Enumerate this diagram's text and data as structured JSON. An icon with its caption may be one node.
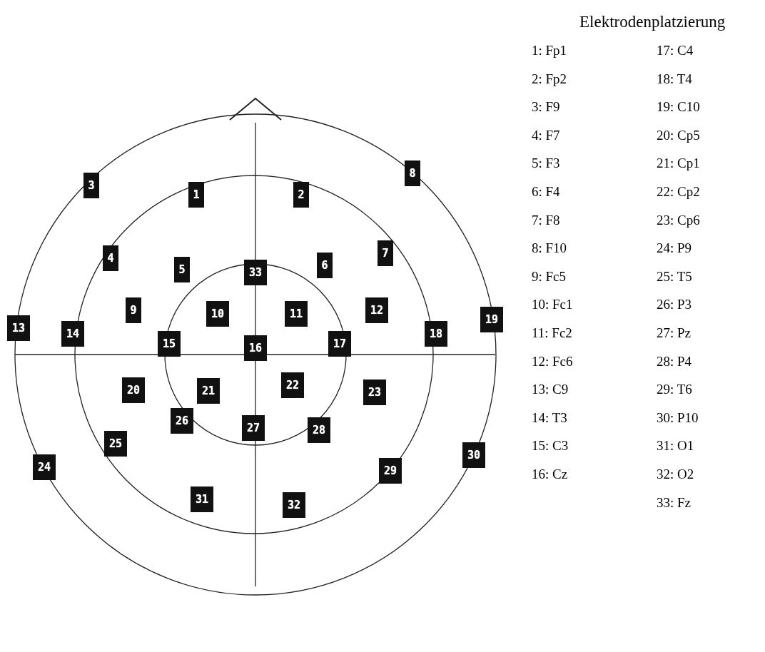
{
  "diagram": {
    "title": "Elektrodenplatzierung",
    "nodes": [
      {
        "text": [
          "1"
        ]
      },
      {
        "text": [
          "2"
        ]
      },
      {
        "text": [
          "3"
        ]
      },
      {
        "text": [
          "4"
        ]
      },
      {
        "text": [
          "5"
        ]
      },
      {
        "text": [
          "6"
        ]
      },
      {
        "text": [
          "7"
        ]
      },
      {
        "text": [
          "8"
        ]
      },
      {
        "text": [
          "9"
        ]
      },
      {
        "text": [
          "10"
        ]
      },
      {
        "text": [
          "11"
        ]
      },
      {
        "text": [
          "12"
        ]
      },
      {
        "text": [
          "13"
        ]
      },
      {
        "text": [
          "14"
        ]
      },
      {
        "text": [
          "15"
        ]
      },
      {
        "text": [
          "16"
        ]
      },
      {
        "text": [
          "17"
        ]
      },
      {
        "text": [
          "18"
        ]
      },
      {
        "text": [
          "19"
        ]
      },
      {
        "text": [
          "20"
        ]
      },
      {
        "text": [
          "21"
        ]
      },
      {
        "text": [
          "22"
        ]
      },
      {
        "text": [
          "23"
        ]
      },
      {
        "text": [
          "24"
        ]
      },
      {
        "text": [
          "25"
        ]
      },
      {
        "text": [
          "26"
        ]
      },
      {
        "text": [
          "27"
        ]
      },
      {
        "text": [
          "28"
        ]
      },
      {
        "text": [
          "29"
        ]
      },
      {
        "text": [
          "30"
        ]
      },
      {
        "text": [
          "31"
        ]
      },
      {
        "text": [
          "32"
        ]
      },
      {
        "text": [
          "33"
        ]
      }
    ],
    "edges": [],
    "labels": [
      "1: Fp1",
      "17: C4",
      "2: Fp2",
      "18: T4",
      "3: F9",
      "19: C10",
      "4: F7",
      "20: Cp5",
      "5: F3",
      "21: Cp1",
      "6: F4",
      "22: Cp2",
      "7: F8",
      "23: Cp6",
      "8: F10",
      "24: P9",
      "9: Fc5",
      "25: T5",
      "10: Fc1",
      "26: P3",
      "11: Fc2",
      "27: Pz",
      "12: Fc6",
      "28: P4",
      "13: C9",
      "29: T6",
      "14: T3",
      "30: P10",
      "15: C3",
      "31: O1",
      "16: Cz",
      "32: O2",
      "33: Fz"
    ]
  }
}
